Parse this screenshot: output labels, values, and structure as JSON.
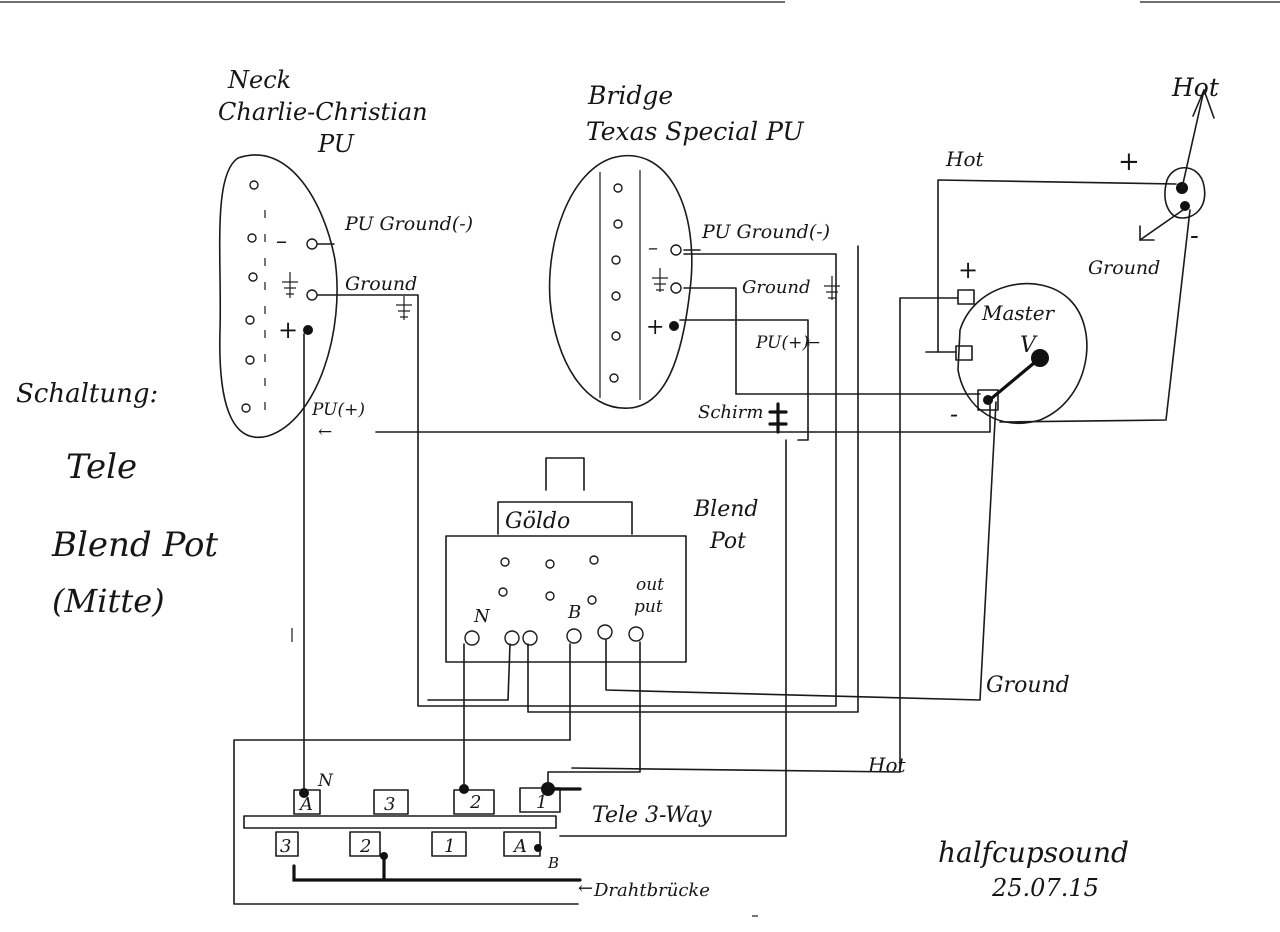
{
  "neck_pickup": {
    "line1": "Neck",
    "line2": "Charlie-Christian",
    "line3": "PU",
    "ground_minus_label": "PU Ground(-)",
    "ground_label": "Ground",
    "hot_label": "PU(+)"
  },
  "bridge_pickup": {
    "line1": "Bridge",
    "line2": "Texas Special PU",
    "ground_minus_label": "PU Ground(-)",
    "ground_label": "Ground",
    "hot_label": "PU(+)",
    "shield_label": "Schirm"
  },
  "output_jack": {
    "label_hot_top": "Hot",
    "label_hot": "Hot",
    "plus": "+",
    "minus": "-",
    "ground_label": "Ground"
  },
  "master_pot": {
    "label_line1": "Master",
    "label_line2": "V",
    "plus": "+",
    "minus": "-"
  },
  "blend_pot": {
    "brand": "Göldo",
    "label_line1": "Blend",
    "label_line2": "Pot",
    "pin_n": "N",
    "pin_b": "B",
    "output_line1": "out",
    "output_line2": "put"
  },
  "switch": {
    "label": "Tele 3-Way",
    "top_labels": [
      "A",
      "3",
      "2",
      "1"
    ],
    "bottom_labels": [
      "3",
      "2",
      "1",
      "A"
    ],
    "n_mark": "N",
    "b_mark": "B",
    "jumper_label": "Drahtbrücke",
    "hot_label": "Hot"
  },
  "ground_bus_label": "Ground",
  "title": {
    "line1": "Schaltung:",
    "line2": "Tele",
    "line3": "Blend Pot",
    "line4": "(Mitte)"
  },
  "signature": {
    "name": "halfcupsound",
    "date": "25.07.15"
  }
}
